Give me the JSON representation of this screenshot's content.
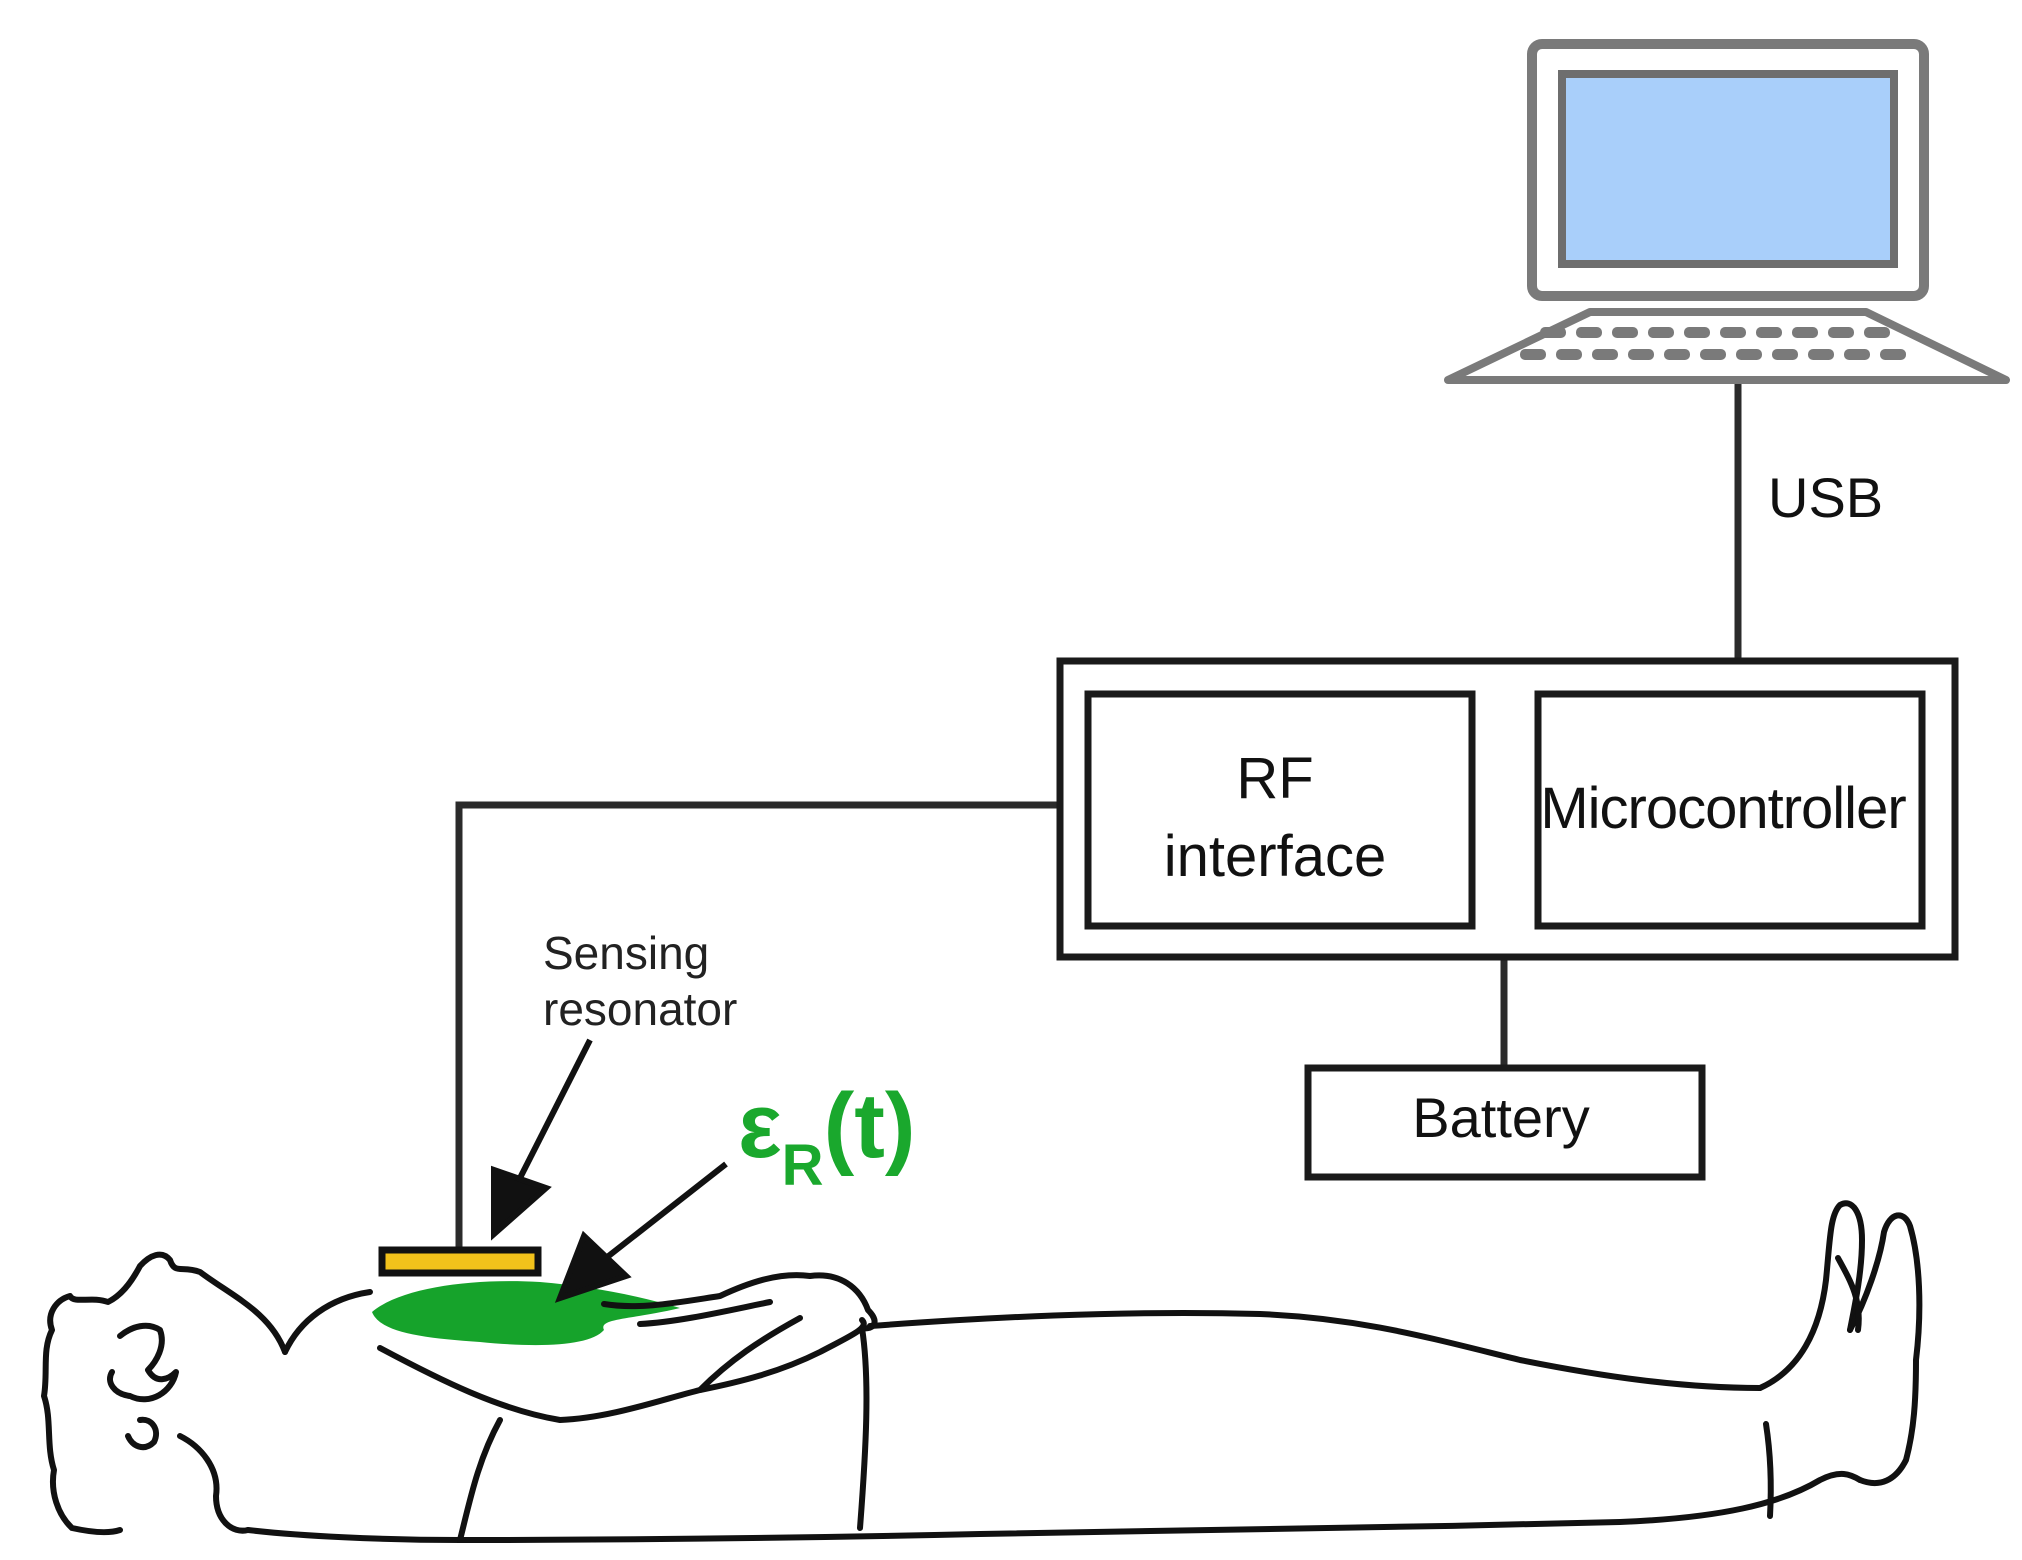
{
  "labels": {
    "usb": "USB",
    "rf_line1": "RF",
    "rf_line2": "interface",
    "microcontroller": "Microcontroller",
    "battery": "Battery",
    "sensing_line1": "Sensing",
    "sensing_line2": "resonator",
    "permittivity_symbol": "ε",
    "permittivity_subscript": "R",
    "permittivity_arg": "(t)"
  },
  "colors": {
    "line": "#2b2b2b",
    "laptop_gray": "#7a7a7a",
    "screen_blue": "#a9cffa",
    "tissue_green": "#16a32b",
    "resonator_gold": "#f2c21b",
    "label_green": "#1aa82d"
  },
  "icons": [
    "laptop-icon",
    "person-lying-figure",
    "sensing-resonator-pad",
    "tissue-region"
  ]
}
